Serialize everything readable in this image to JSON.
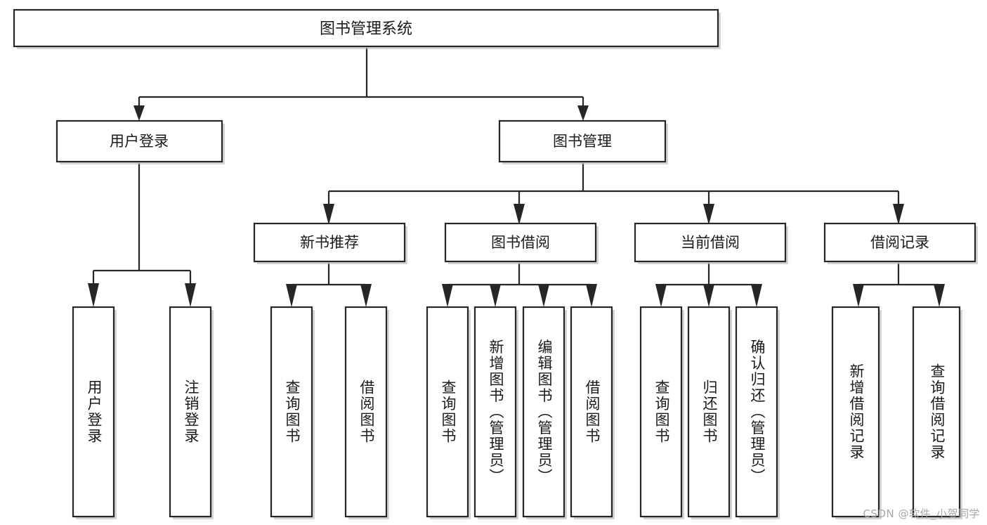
{
  "diagram": {
    "title": "图书管理系统",
    "type": "tree",
    "colors": {
      "box_stroke": "#262626",
      "box_fill": "#ffffff",
      "connector": "#262626",
      "text": "#1a1a1a",
      "watermark": "#a8a8a8",
      "background": "#ffffff"
    },
    "watermark": "CSDN @软件_小贺同学",
    "root": {
      "label": "图书管理系统",
      "orientation": "horizontal"
    },
    "level1": [
      {
        "label": "用户登录",
        "orientation": "horizontal"
      },
      {
        "label": "图书管理",
        "orientation": "horizontal"
      }
    ],
    "level2": [
      {
        "label": "新书推荐",
        "orientation": "horizontal"
      },
      {
        "label": "图书借阅",
        "orientation": "horizontal"
      },
      {
        "label": "当前借阅",
        "orientation": "horizontal"
      },
      {
        "label": "借阅记录",
        "orientation": "horizontal"
      }
    ],
    "leaves": {
      "user_login": [
        {
          "label": "用户登录",
          "orientation": "vertical"
        },
        {
          "label": "注销登录",
          "orientation": "vertical"
        }
      ],
      "new_book_recommend": [
        {
          "label": "查询图书",
          "orientation": "vertical"
        },
        {
          "label": "借阅图书",
          "orientation": "vertical"
        }
      ],
      "book_borrow": [
        {
          "label": "查询图书",
          "orientation": "vertical"
        },
        {
          "label": "新增图书（管理员）",
          "orientation": "vertical"
        },
        {
          "label": "编辑图书（管理员）",
          "orientation": "vertical"
        },
        {
          "label": "借阅图书",
          "orientation": "vertical"
        }
      ],
      "current_borrow": [
        {
          "label": "查询图书",
          "orientation": "vertical"
        },
        {
          "label": "归还图书",
          "orientation": "vertical"
        },
        {
          "label": "确认归还（管理员）",
          "orientation": "vertical"
        }
      ],
      "borrow_record": [
        {
          "label": "新增借阅记录",
          "orientation": "vertical"
        },
        {
          "label": "查询借阅记录",
          "orientation": "vertical"
        }
      ]
    }
  }
}
